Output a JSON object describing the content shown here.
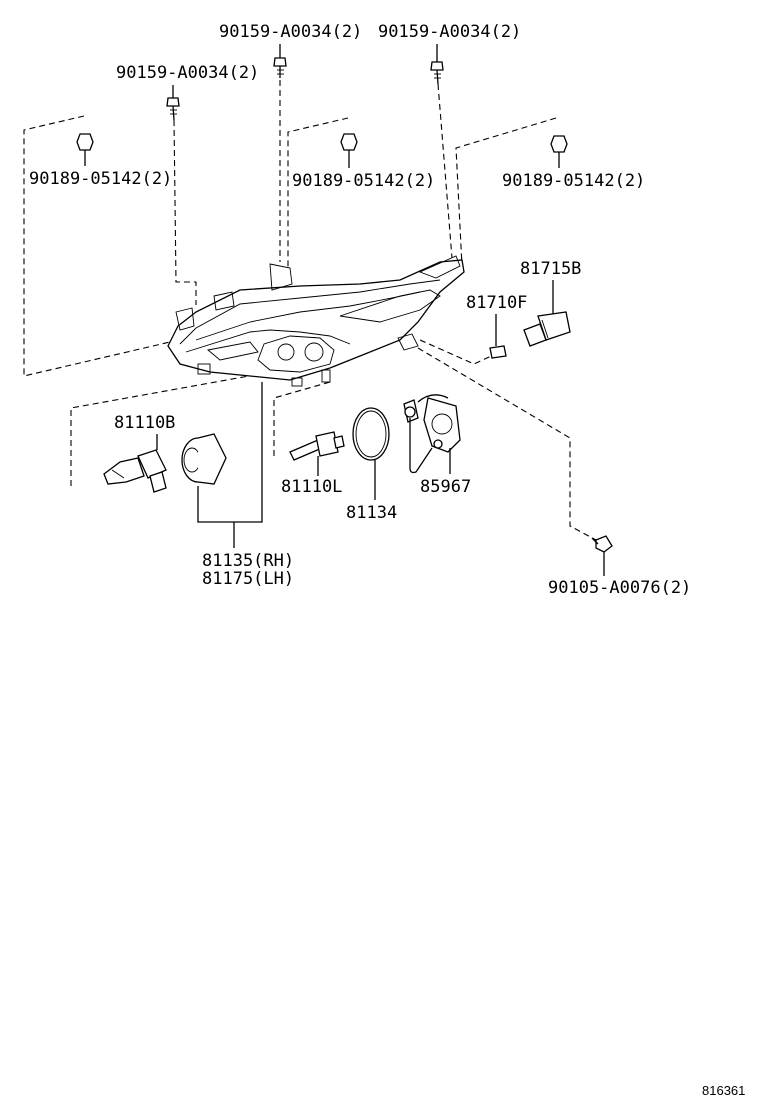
{
  "labels": {
    "bolt_top_left": "90159-A0034(2)",
    "bolt_top_mid": "90159-A0034(2)",
    "bolt_top_right": "90159-A0034(2)",
    "nut_left": "90189-05142(2)",
    "nut_mid": "90189-05142(2)",
    "nut_right": "90189-05142(2)",
    "bulb_81715b": "81715B",
    "bulb_81710f": "81710F",
    "bulb_81110b": "81110B",
    "bulb_81110l": "81110L",
    "seal_81134": "81134",
    "socket_85967": "85967",
    "cover_rh": "81135(RH)",
    "cover_lh": "81175(LH)",
    "screw_bottom": "90105-A0076(2)",
    "figure_ref": "816361"
  }
}
